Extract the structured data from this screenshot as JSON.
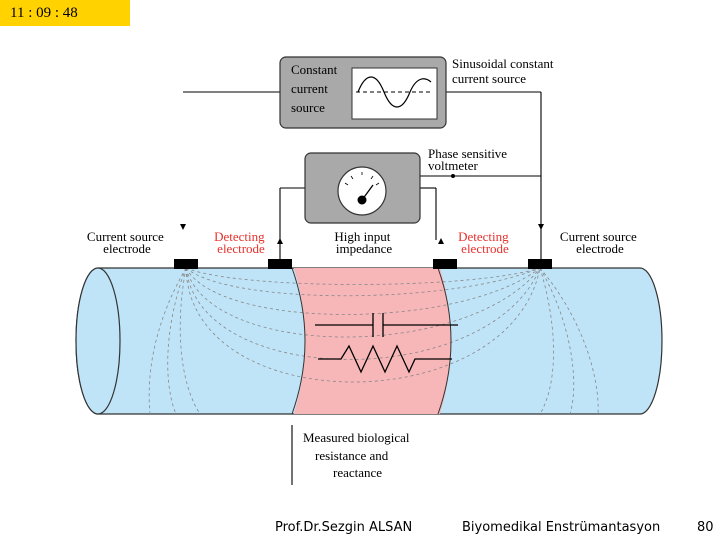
{
  "slide": {
    "timer": "11  : 09 : 48",
    "footer": {
      "author": "Prof.Dr.Sezgin ALSAN",
      "course": "Biyomedikal Enstrümantasyon",
      "page_number": "80"
    }
  },
  "diagram": {
    "source_box": [
      "Constant",
      "current",
      "source"
    ],
    "source_label": [
      "Sinusoidal constant",
      "current source"
    ],
    "voltmeter_label": [
      "Phase sensitive",
      "voltmeter"
    ],
    "current_electrode_left": [
      "Current source",
      "electrode"
    ],
    "detecting_electrode_left": [
      "Detecting",
      "electrode"
    ],
    "impedance_label": [
      "High input",
      "impedance"
    ],
    "detecting_electrode_right": [
      "Detecting",
      "electrode"
    ],
    "current_electrode_right": [
      "Current source",
      "electrode"
    ],
    "measured_label": [
      "Measured biological",
      "resistance and",
      "reactance"
    ],
    "colors": {
      "tissue": "#bfe3f7",
      "measured_region": "#f7b6b8",
      "instrument_box": "#a9a9a9",
      "detecting_text": "#e8322e"
    }
  }
}
